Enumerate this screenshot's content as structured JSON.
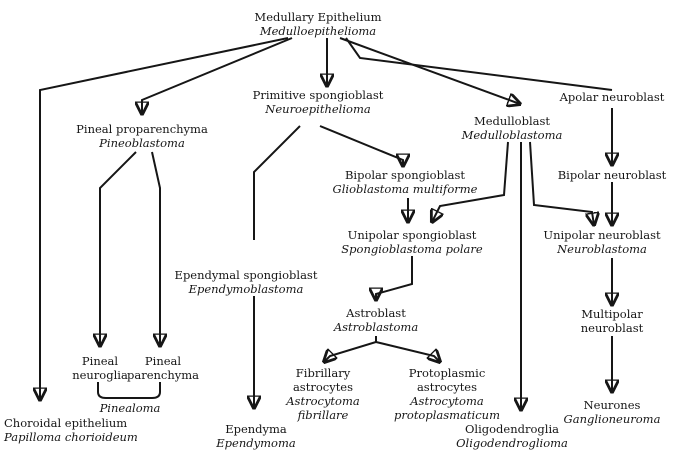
{
  "nodes": {
    "medullary": {
      "cell": "Medullary Epithelium",
      "tumor": "Medulloepithelioma"
    },
    "primitive": {
      "cell": "Primitive spongioblast",
      "tumor": "Neuroepithelioma"
    },
    "apolar": {
      "cell": "Apolar neuroblast"
    },
    "pineal_prop": {
      "cell": "Pineal proparenchyma",
      "tumor": "Pineoblastoma"
    },
    "medulloblast": {
      "cell": "Medulloblast",
      "tumor": "Medulloblastoma"
    },
    "bipolar_spongio": {
      "cell": "Bipolar spongioblast",
      "tumor": "Glioblastoma multiforme"
    },
    "bipolar_neuro": {
      "cell": "Bipolar neuroblast"
    },
    "unipolar_spongio": {
      "cell": "Unipolar spongioblast",
      "tumor": "Spongioblastoma polare"
    },
    "unipolar_neuro": {
      "cell": "Unipolar neuroblast",
      "tumor": "Neuroblastoma"
    },
    "ependymal_spongio": {
      "cell": "Ependymal spongioblast",
      "tumor": "Ependymoblastoma"
    },
    "astroblast": {
      "cell": "Astroblast",
      "tumor": "Astroblastoma"
    },
    "multipolar": {
      "cell1": "Multipolar",
      "cell2": "neuroblast"
    },
    "pineal_neuroglia": {
      "cell1": "Pineal",
      "cell2": "neuroglia"
    },
    "pineal_parenchyma": {
      "cell1": "Pineal",
      "cell2": "parenchyma"
    },
    "pinealoma": {
      "tumor": "Pinealoma"
    },
    "fibrillary": {
      "cell1": "Fibrillary",
      "cell2": "astrocytes",
      "tumor1": "Astrocytoma",
      "tumor2": "fibrillare"
    },
    "protoplasmic": {
      "cell1": "Protoplasmic",
      "cell2": "astrocytes",
      "tumor1": "Astrocytoma",
      "tumor2": "protoplasmaticum"
    },
    "choroidal": {
      "cell": "Choroidal epithelium",
      "tumor": "Papilloma chorioideum"
    },
    "ependyma": {
      "cell": "Ependyma",
      "tumor": "Ependymoma"
    },
    "oligodendroglia": {
      "cell": "Oligodendroglia",
      "tumor": "Oligodendroglioma"
    },
    "neurones": {
      "cell": "Neurones",
      "tumor": "Ganglioneuroma"
    }
  }
}
